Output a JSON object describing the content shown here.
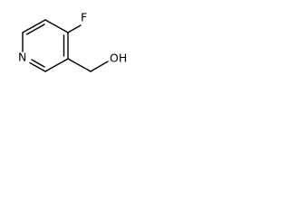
{
  "molecule": {
    "atoms": {
      "fluorine": "F",
      "nitrogen": "N",
      "hydroxyl": "OH"
    }
  }
}
